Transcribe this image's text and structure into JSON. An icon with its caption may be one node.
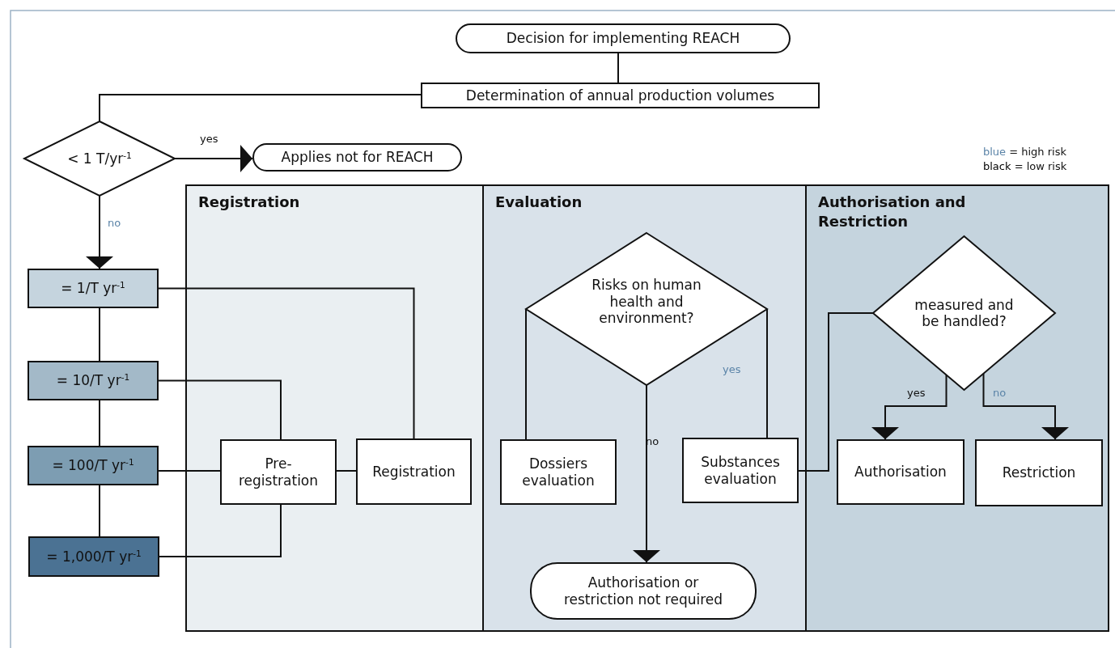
{
  "diagram": {
    "nodes": [
      {
        "text": [
          "Decision for implementing REACH"
        ]
      },
      {
        "text": [
          "Determination of annual production volumes"
        ]
      },
      {
        "text": [
          "< 1 T/yr$^{-1}$"
        ]
      },
      {
        "text": [
          "Applies not for REACH"
        ]
      },
      {
        "text": [
          "Registration"
        ]
      },
      {
        "text": [
          "Evaluation"
        ]
      },
      {
        "text": [
          "Authorisation and Restriction"
        ]
      },
      {
        "text": [
          "= 1/T yr$^{-1}$"
        ]
      },
      {
        "text": [
          "= 10/T yr$^{-1}$"
        ]
      },
      {
        "text": [
          "= 100/T yr$^{-1}$"
        ]
      },
      {
        "text": [
          "= 1,000/T yr$^{-1}$"
        ]
      },
      {
        "text": [
          "Pre-registration"
        ],
        "in": 4
      },
      {
        "text": [
          "Registration"
        ],
        "in": 4
      },
      {
        "text": [
          "Risks on human health and environment?"
        ],
        "in": 5
      },
      {
        "text": [
          "Dossiers evaluation"
        ],
        "in": 5
      },
      {
        "text": [
          "Substances evaluation"
        ],
        "in": 5
      },
      {
        "text": [
          "Authorisation or restriction not required"
        ],
        "in": 5
      },
      {
        "text": [
          "measured and be handled?"
        ],
        "in": 6
      },
      {
        "text": [
          "Authorisation"
        ],
        "in": 6
      },
      {
        "text": [
          "Restriction"
        ],
        "in": 6
      }
    ],
    "edges": [
      {
        "from": 0,
        "to": 1,
        "arrow": "none"
      },
      {
        "from": 1,
        "to": 2,
        "arrow": "none"
      },
      {
        "from": 2,
        "to": 3,
        "arrow": "to",
        "label": "yes"
      },
      {
        "from": 2,
        "to": 7,
        "arrow": "to",
        "label": "no"
      },
      {
        "from": 7,
        "to": 8,
        "arrow": "none"
      },
      {
        "from": 8,
        "to": 9,
        "arrow": "none"
      },
      {
        "from": 9,
        "to": 10,
        "arrow": "none"
      },
      {
        "from": 7,
        "to": 12,
        "arrow": "none"
      },
      {
        "from": 8,
        "to": 11,
        "arrow": "none"
      },
      {
        "from": 9,
        "to": 11,
        "arrow": "none"
      },
      {
        "from": 10,
        "to": 11,
        "arrow": "none"
      },
      {
        "from": 11,
        "to": 12,
        "arrow": "none"
      },
      {
        "from": 13,
        "to": 14,
        "arrow": "none"
      },
      {
        "from": 13,
        "to": 15,
        "arrow": "none",
        "label": "yes"
      },
      {
        "from": 13,
        "to": 16,
        "arrow": "to",
        "label": "no"
      },
      {
        "from": 15,
        "to": 17,
        "arrow": "none"
      },
      {
        "from": 17,
        "to": 18,
        "arrow": "to",
        "label": "yes"
      },
      {
        "from": 17,
        "to": 19,
        "arrow": "to",
        "label": "no"
      }
    ],
    "legend": [
      {
        "text": "blue = high risk",
        "color": "#5b84a8"
      },
      {
        "text": "black = low risk",
        "color": "#000000"
      }
    ]
  }
}
